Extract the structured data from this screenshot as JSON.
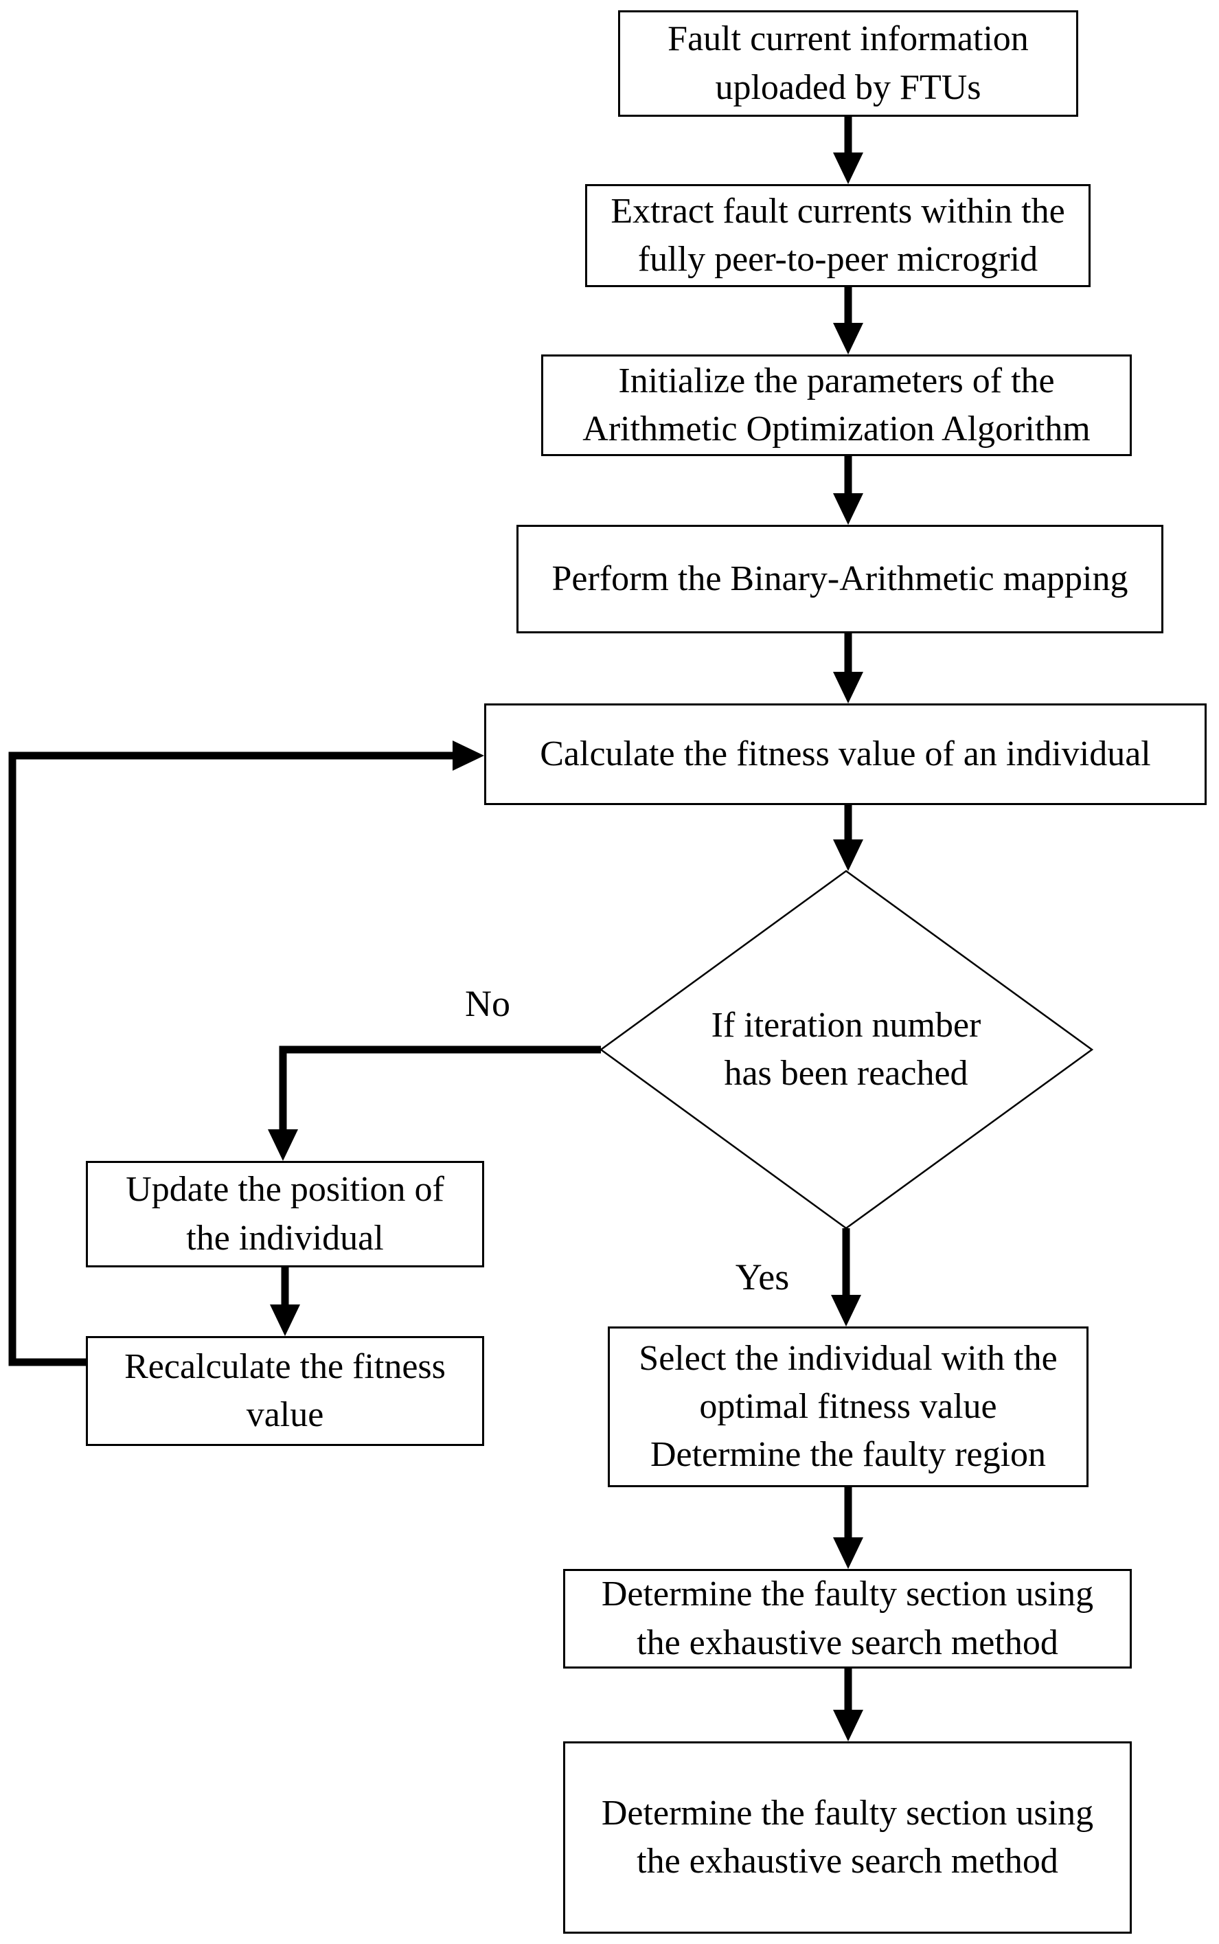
{
  "diagram": {
    "colors": {
      "stroke": "#000000",
      "background": "#ffffff"
    },
    "nodes": {
      "fault_info": {
        "type": "process",
        "lines": [
          "Fault current information",
          "uploaded by FTUs"
        ]
      },
      "extract": {
        "type": "process",
        "lines": [
          "Extract fault currents within the",
          "fully peer-to-peer microgrid"
        ]
      },
      "initialize": {
        "type": "process",
        "lines": [
          "Initialize the parameters of the",
          "Arithmetic Optimization Algorithm"
        ]
      },
      "mapping": {
        "type": "process",
        "lines": [
          "Perform the Binary-Arithmetic mapping"
        ]
      },
      "fitness": {
        "type": "process",
        "lines": [
          "Calculate the fitness value of an individual"
        ]
      },
      "decision": {
        "type": "decision",
        "lines": [
          "If  iteration number",
          "has been reached"
        ]
      },
      "update": {
        "type": "process",
        "lines": [
          "Update the position of",
          "the individual"
        ]
      },
      "recalculate": {
        "type": "process",
        "lines": [
          "Recalculate the fitness",
          "value"
        ]
      },
      "select": {
        "type": "process",
        "lines": [
          "Select the individual with the",
          "optimal fitness value",
          "Determine the faulty region"
        ]
      },
      "faulty_section_1": {
        "type": "process",
        "lines": [
          "Determine the faulty section using",
          "the exhaustive search method"
        ]
      },
      "faulty_section_2": {
        "type": "process",
        "lines": [
          "Determine the faulty section using",
          "the exhaustive search method"
        ]
      }
    },
    "edges": [
      {
        "from": "fault_info",
        "to": "extract",
        "label": ""
      },
      {
        "from": "extract",
        "to": "initialize",
        "label": ""
      },
      {
        "from": "initialize",
        "to": "mapping",
        "label": ""
      },
      {
        "from": "mapping",
        "to": "fitness",
        "label": ""
      },
      {
        "from": "fitness",
        "to": "decision",
        "label": ""
      },
      {
        "from": "decision",
        "to": "update",
        "label": "No"
      },
      {
        "from": "update",
        "to": "recalculate",
        "label": ""
      },
      {
        "from": "recalculate",
        "to": "fitness",
        "label": ""
      },
      {
        "from": "decision",
        "to": "select",
        "label": "Yes"
      },
      {
        "from": "select",
        "to": "faulty_section_1",
        "label": ""
      },
      {
        "from": "faulty_section_1",
        "to": "faulty_section_2",
        "label": ""
      }
    ]
  }
}
